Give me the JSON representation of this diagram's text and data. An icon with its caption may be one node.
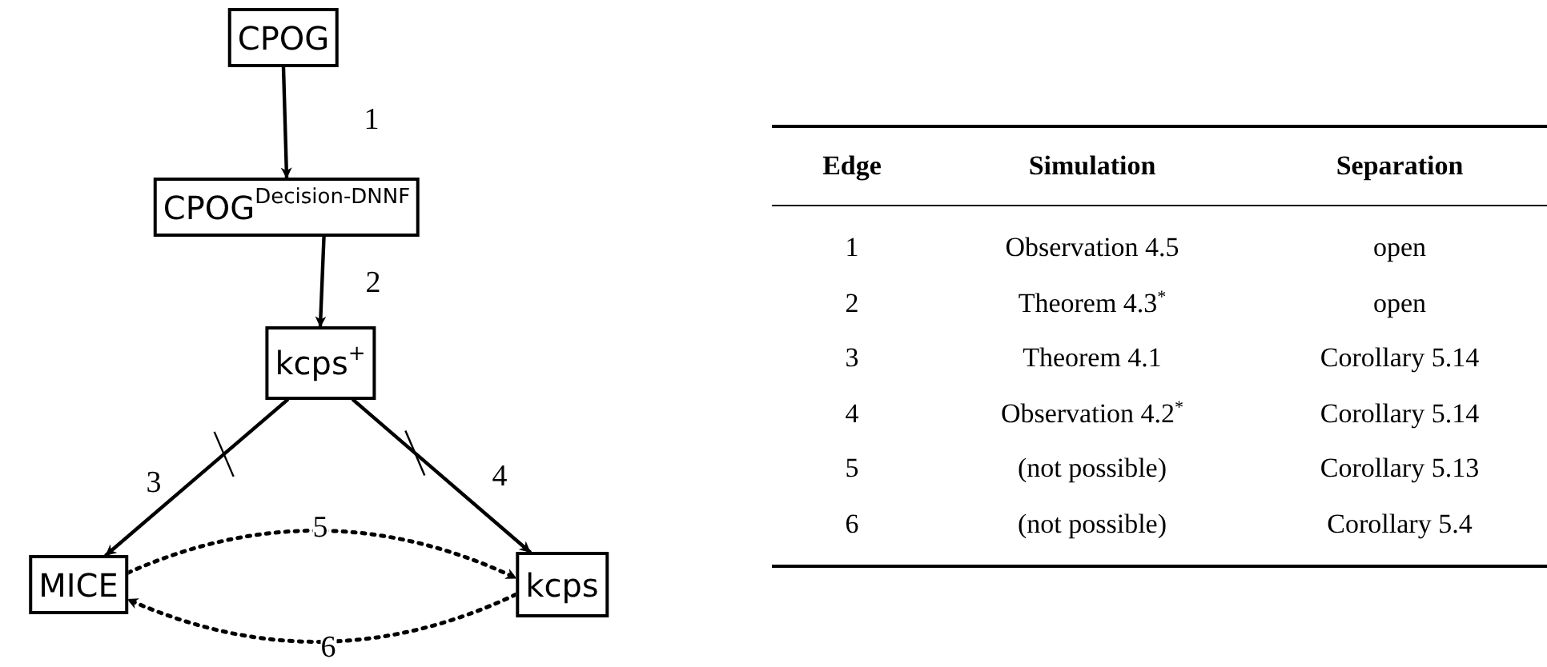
{
  "diagram": {
    "nodes": [
      {
        "text": [
          "CPOG"
        ]
      },
      {
        "text": [
          "CPOG$^{Decision-DNNF}$"
        ]
      },
      {
        "text": [
          "kcps$^{+}$"
        ]
      },
      {
        "text": [
          "MICE"
        ]
      },
      {
        "text": [
          "kcps"
        ]
      }
    ],
    "edges": [
      {
        "from": 0,
        "to": 1,
        "arrow": "to",
        "label": "1"
      },
      {
        "from": 1,
        "to": 2,
        "arrow": "to",
        "label": "2"
      },
      {
        "from": 2,
        "to": 3,
        "arrow": "to",
        "label": "3"
      },
      {
        "from": 2,
        "to": 4,
        "arrow": "to",
        "label": "4"
      },
      {
        "from": 3,
        "to": 4,
        "arrow": "to",
        "label": "5",
        "style": "dashed"
      },
      {
        "from": 4,
        "to": 3,
        "arrow": "to",
        "label": "6",
        "style": "dashed"
      }
    ],
    "labels": [
      "Edge",
      "Simulation",
      "Separation",
      "1",
      "Observation 4.5",
      "open",
      "2",
      "Theorem 4.3$^{*}$",
      "open",
      "3",
      "Theorem 4.1",
      "Corollary 5.14",
      "4",
      "Observation 4.2$^{*}$",
      "Corollary 5.14",
      "5",
      "(not possible)",
      "Corollary 5.13",
      "6",
      "(not possible)",
      "Corollary 5.4"
    ]
  }
}
